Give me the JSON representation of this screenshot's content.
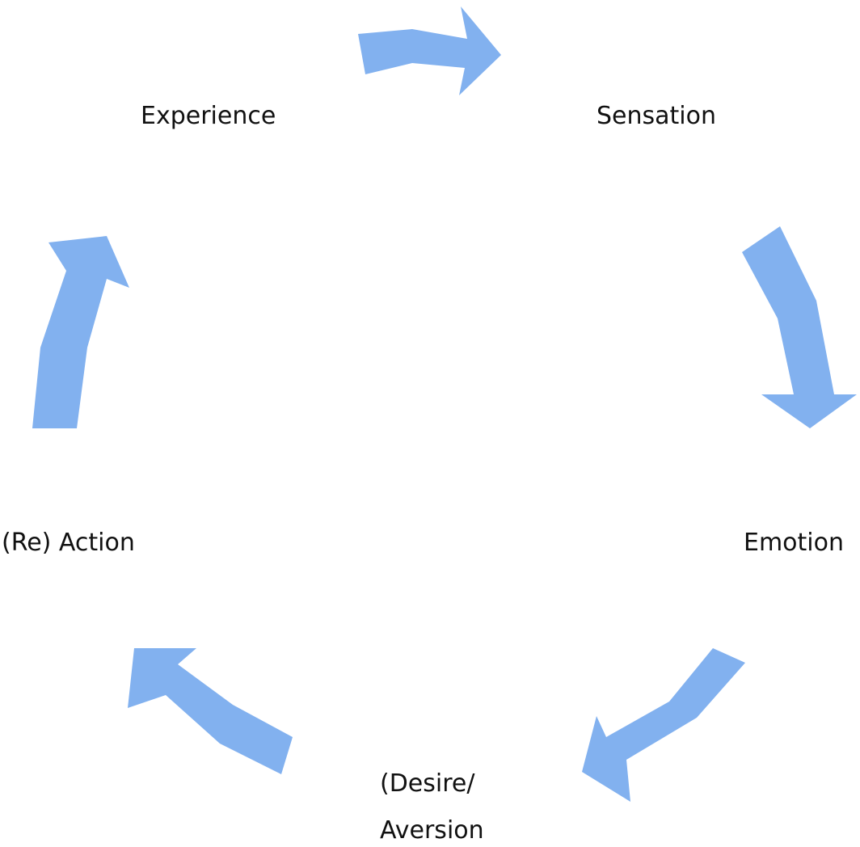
{
  "cycle": {
    "nodes": {
      "experience": "Experience",
      "sensation": "Sensation",
      "emotion": "Emotion",
      "desire_line1": "(Desire/",
      "desire_line2": "Aversion",
      "action": "(Re) Action"
    },
    "arrow_color": "#82b1ef",
    "arrow_icon": "curved-arrow"
  }
}
